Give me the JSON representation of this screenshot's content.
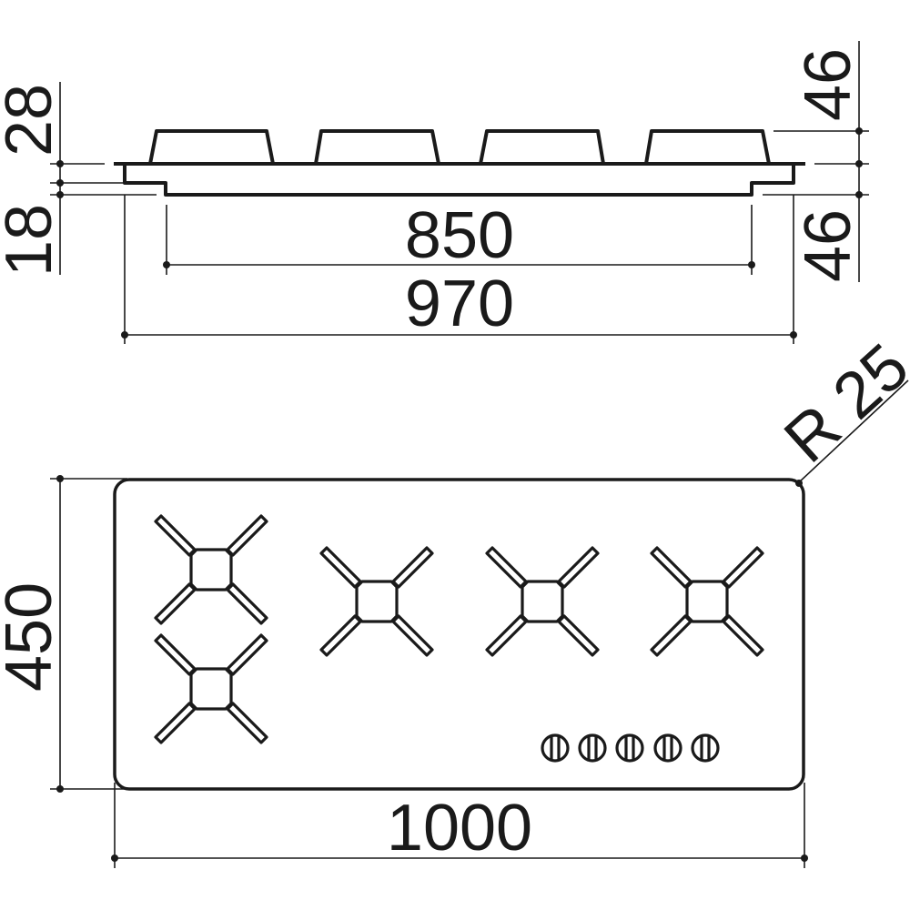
{
  "drawing": {
    "title": "Gas hob dimensional drawing",
    "side_view": {
      "dimensions": {
        "burner_height": "28",
        "frame_thickness": "18",
        "right_top": "46",
        "right_bottom": "46",
        "cutout_width": "850",
        "body_width": "970"
      },
      "burner_count": 4
    },
    "top_view": {
      "dimensions": {
        "depth": "450",
        "width": "1000",
        "corner_radius": "R 25"
      },
      "burner_grates": [
        {
          "id": "double-grate-left",
          "type": "double"
        },
        {
          "id": "grate-2",
          "type": "single"
        },
        {
          "id": "grate-3",
          "type": "single"
        },
        {
          "id": "grate-4",
          "type": "single"
        }
      ],
      "control_knobs": 5
    },
    "colors": {
      "line": "#1a1a1a",
      "background": "#ffffff"
    }
  }
}
